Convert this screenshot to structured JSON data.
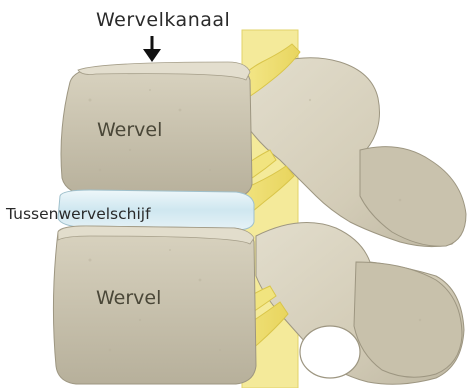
{
  "labels": {
    "canal": "Wervelkanaal",
    "upper_vertebra": "Wervel",
    "disc": "Tussenwervelschijf",
    "lower_vertebra": "Wervel"
  },
  "colors": {
    "bone": "#d8d2bf",
    "bone_shadow": "#bdb6a1",
    "bone_dark": "#a59e89",
    "disc": "#d9ecf3",
    "nerve": "#f2e37a",
    "nerve_outline": "#d9c54a",
    "arrow": "#111111"
  }
}
